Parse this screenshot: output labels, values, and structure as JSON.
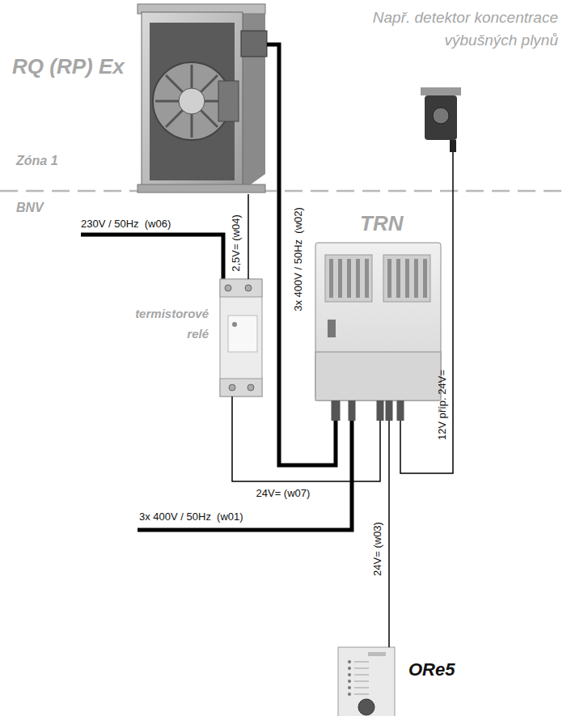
{
  "diagram": {
    "nodes": [
      {
        "text": [
          "RQ (RP) Ex"
        ]
      },
      {
        "text": [
          "Např. detektor koncentrace výbušných plynů"
        ]
      },
      {
        "text": [
          "termistorové relé"
        ]
      },
      {
        "text": [
          "TRN"
        ]
      },
      {
        "text": [
          "ORe5"
        ]
      }
    ],
    "edges": [
      {
        "from": 0,
        "to": 2,
        "label": "2,5V= (w04)",
        "arrow": "none"
      },
      {
        "from": 0,
        "to": 3,
        "label": "3x 400V / 50Hz  (w02)",
        "arrow": "none"
      },
      {
        "from": 2,
        "to": 3,
        "label": "24V= (w07)",
        "arrow": "none"
      },
      {
        "from": 3,
        "to": 4,
        "label": "24V= (w03)",
        "arrow": "none"
      },
      {
        "from": 1,
        "to": 3,
        "label": "12V příp. 24V=",
        "arrow": "none"
      }
    ],
    "labels": [
      "Zóna 1",
      "BNV",
      "230V / 50Hz  (w06)",
      "3x 400V / 50Hz  (w01)"
    ]
  }
}
